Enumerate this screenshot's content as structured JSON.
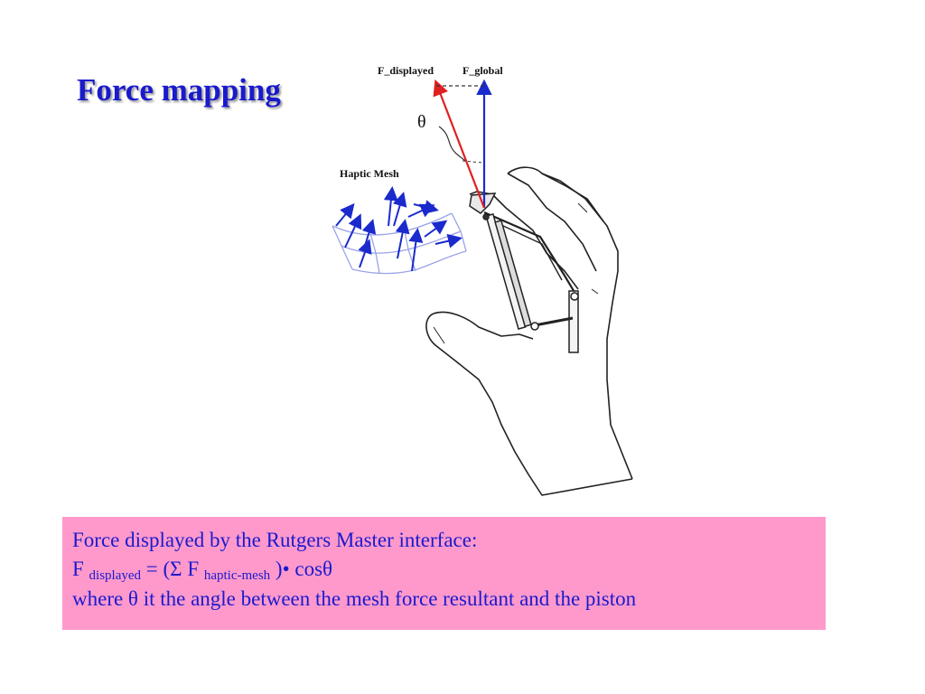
{
  "slide": {
    "title": "Force mapping"
  },
  "figure": {
    "label_displayed": "F_displayed",
    "label_global": "F_global",
    "label_theta": "θ",
    "label_haptic_mesh": "Haptic Mesh"
  },
  "info_box": {
    "line1": "Force displayed by the Rutgers Master interface:",
    "formula_prefix": "F",
    "formula_sub1": "displayed",
    "formula_mid": " = (Σ F ",
    "formula_sub2": "haptic-mesh",
    "formula_suffix": " )• cosθ",
    "line3": "where θ it the angle between the mesh force resultant and the piston"
  },
  "colors": {
    "title": "#1a1acc",
    "box_background": "#ff99cc",
    "box_text": "#1a1acc",
    "arrow_displayed": "#e02020",
    "arrow_global": "#1a2acc",
    "mesh_arrows": "#1a2acc"
  }
}
